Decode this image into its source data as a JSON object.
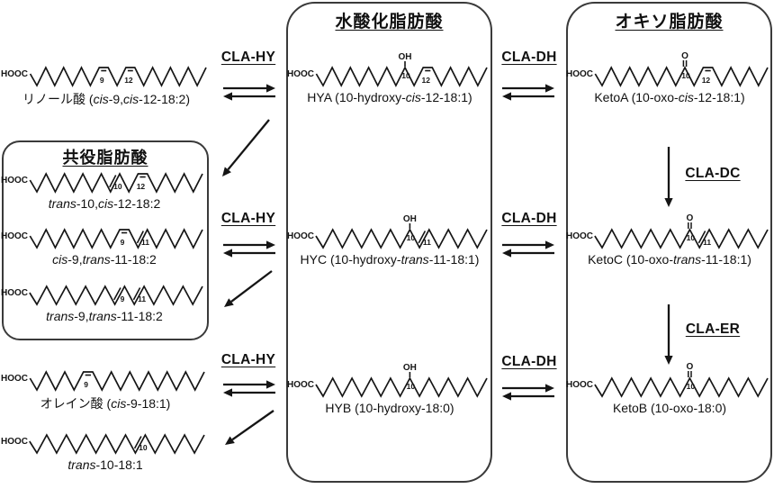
{
  "boxes": {
    "hydroxy": {
      "title": "水酸化脂肪酸"
    },
    "oxo": {
      "title": "オキソ脂肪酸"
    },
    "conjugated": {
      "title": "共役脂肪酸"
    }
  },
  "enzymes": {
    "hy1": "CLA-HY",
    "hy2": "CLA-HY",
    "hy3": "CLA-HY",
    "dh1": "CLA-DH",
    "dh2": "CLA-DH",
    "dh3": "CLA-DH",
    "dc": "CLA-DC",
    "er": "CLA-ER"
  },
  "line_color": "#151515",
  "molecules": [
    {
      "id": "linoleic",
      "hooc": "HOOC",
      "label": "リノール酸 (*cis*-9,*cis*-12-18:2)",
      "features": [
        {
          "type": "cis",
          "num": "9",
          "bond": 6
        },
        {
          "type": "cis",
          "num": "12",
          "bond": 8
        }
      ]
    },
    {
      "id": "hya",
      "hooc": "HOOC",
      "label": "HYA (10-hydroxy-*cis*-12-18:1)",
      "features": [
        {
          "type": "oh",
          "text": "OH",
          "num": "10",
          "bond": 8
        },
        {
          "type": "cis",
          "num": "12",
          "bond": 10
        }
      ]
    },
    {
      "id": "ketoa",
      "hooc": "HOOC",
      "label": "KetoA (10-oxo-*cis*-12-18:1)",
      "features": [
        {
          "type": "o",
          "text": "O",
          "num": "10",
          "bond": 8
        },
        {
          "type": "cis",
          "num": "12",
          "bond": 10
        }
      ]
    },
    {
      "id": "conj1",
      "hooc": "HOOC",
      "label": "*trans*-10,*cis*-12-18:2",
      "features": [
        {
          "type": "trans",
          "num": "10",
          "bond": 8
        },
        {
          "type": "cis",
          "num": "12",
          "bond": 10
        }
      ]
    },
    {
      "id": "conj2",
      "hooc": "HOOC",
      "label": "*cis*-9,*trans*-11-18:2",
      "features": [
        {
          "type": "cis",
          "num": "9",
          "bond": 8
        },
        {
          "type": "trans",
          "num": "11",
          "bond": 10
        }
      ]
    },
    {
      "id": "conj3",
      "hooc": "HOOC",
      "label": "*trans*-9,*trans*-11-18:2",
      "features": [
        {
          "type": "trans",
          "num": "9",
          "bond": 8
        },
        {
          "type": "trans",
          "num": "11",
          "bond": 10
        }
      ]
    },
    {
      "id": "hyc",
      "hooc": "HOOC",
      "label": "HYC (10-hydroxy-*trans*-11-18:1)",
      "features": [
        {
          "type": "oh",
          "text": "OH",
          "num": "10",
          "bond": 8
        },
        {
          "type": "trans",
          "num": "11",
          "bond": 10
        }
      ]
    },
    {
      "id": "ketoc",
      "hooc": "HOOC",
      "label": "KetoC (10-oxo-*trans*-11-18:1)",
      "features": [
        {
          "type": "o",
          "text": "O",
          "num": "10",
          "bond": 8
        },
        {
          "type": "trans",
          "num": "11",
          "bond": 10
        }
      ]
    },
    {
      "id": "oleic",
      "hooc": "HOOC",
      "label": "オレイン酸 (*cis*-9-18:1)",
      "features": [
        {
          "type": "cis",
          "num": "9",
          "bond": 4
        }
      ]
    },
    {
      "id": "hyb",
      "hooc": "HOOC",
      "label": "HYB (10-hydroxy-18:0)",
      "features": [
        {
          "type": "oh",
          "text": "OH",
          "num": "10",
          "bond": 8
        }
      ]
    },
    {
      "id": "ketob",
      "hooc": "HOOC",
      "label": "KetoB (10-oxo-18:0)",
      "features": [
        {
          "type": "o",
          "text": "O",
          "num": "10",
          "bond": 8
        }
      ]
    },
    {
      "id": "t10",
      "hooc": "HOOC",
      "label": "*trans*-10-18:1",
      "features": [
        {
          "type": "trans",
          "num": "10",
          "bond": 10
        }
      ]
    }
  ]
}
